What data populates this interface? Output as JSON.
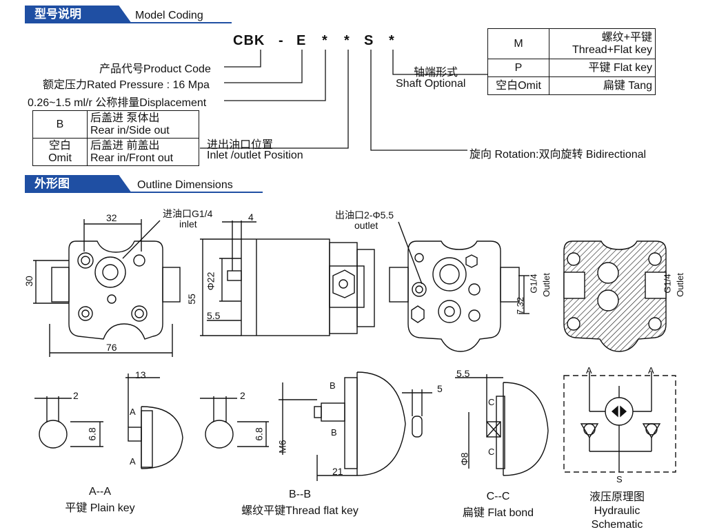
{
  "section_model": {
    "cn": "型号说明",
    "en": "Model Coding"
  },
  "section_outline": {
    "cn": "外形图",
    "en": "Outline Dimensions"
  },
  "code": {
    "c1": "CBK",
    "d1": "-",
    "c2": "E",
    "s1": "*",
    "s2": "*",
    "c3": "S",
    "s3": "*"
  },
  "labels": {
    "product_code": "产品代号Product Code",
    "rated_pressure": "额定压力Rated Pressure : 16 Mpa",
    "displacement": "0.26~1.5 ml/r  公称排量Displacement",
    "shaft_cn": "轴端形式",
    "shaft_en": "Shaft Optional",
    "inlet_cn": "进出油口位置",
    "inlet_en": "Inlet /outlet Position",
    "rotation": "旋向 Rotation:双向旋转 Bidirectional"
  },
  "shaft_table": [
    {
      "code": "M",
      "desc1": "螺纹+平键",
      "desc2": "Thread+Flat key"
    },
    {
      "code": "P",
      "desc1": "平键 Flat key",
      "desc2": ""
    },
    {
      "code": "空白Omit",
      "desc1": "扁键 Tang",
      "desc2": ""
    }
  ],
  "port_table": [
    {
      "code1": "B",
      "code2": "",
      "desc1": "后盖进 泵体出",
      "desc2": "Rear in/Side out"
    },
    {
      "code1": "空白",
      "code2": "Omit",
      "desc1": "后盖进 前盖出",
      "desc2": "Rear in/Front out"
    }
  ],
  "dims": {
    "d32": "32",
    "d30": "30",
    "d76": "76",
    "d55": "55",
    "d4": "4",
    "d22": "Φ22",
    "d55b": "5.5",
    "inlet_cn": "进油口G1/4",
    "inlet_en": "inlet",
    "outlet_cn": "出油口2-Φ5.5",
    "outlet_en": "outlet",
    "g14a": "G1/4",
    "outlet1": "Outlet",
    "d732": "7.32",
    "g14b": "G1/4",
    "outlet2": "Outlet",
    "d13": "13",
    "d2a": "2",
    "d68a": "6.8",
    "a1": "A",
    "a2": "A",
    "d2b": "2",
    "d68b": "6.8",
    "m6": "M6",
    "b1": "B",
    "b2": "B",
    "d21": "21",
    "d5": "5",
    "d55c": "5.5",
    "phi8": "Φ8",
    "c1": "C",
    "c2": "C",
    "ha": "A",
    "hb": "A",
    "hs": "S"
  },
  "captions": [
    {
      "l1": "A--A",
      "l2": "平键 Plain key"
    },
    {
      "l1": "B--B",
      "l2": "螺纹平键Thread flat key"
    },
    {
      "l1": "C--C",
      "l2": "扁键 Flat bond"
    },
    {
      "l1": "",
      "l2": "液压原理图 Hydraulic Schematic"
    }
  ]
}
